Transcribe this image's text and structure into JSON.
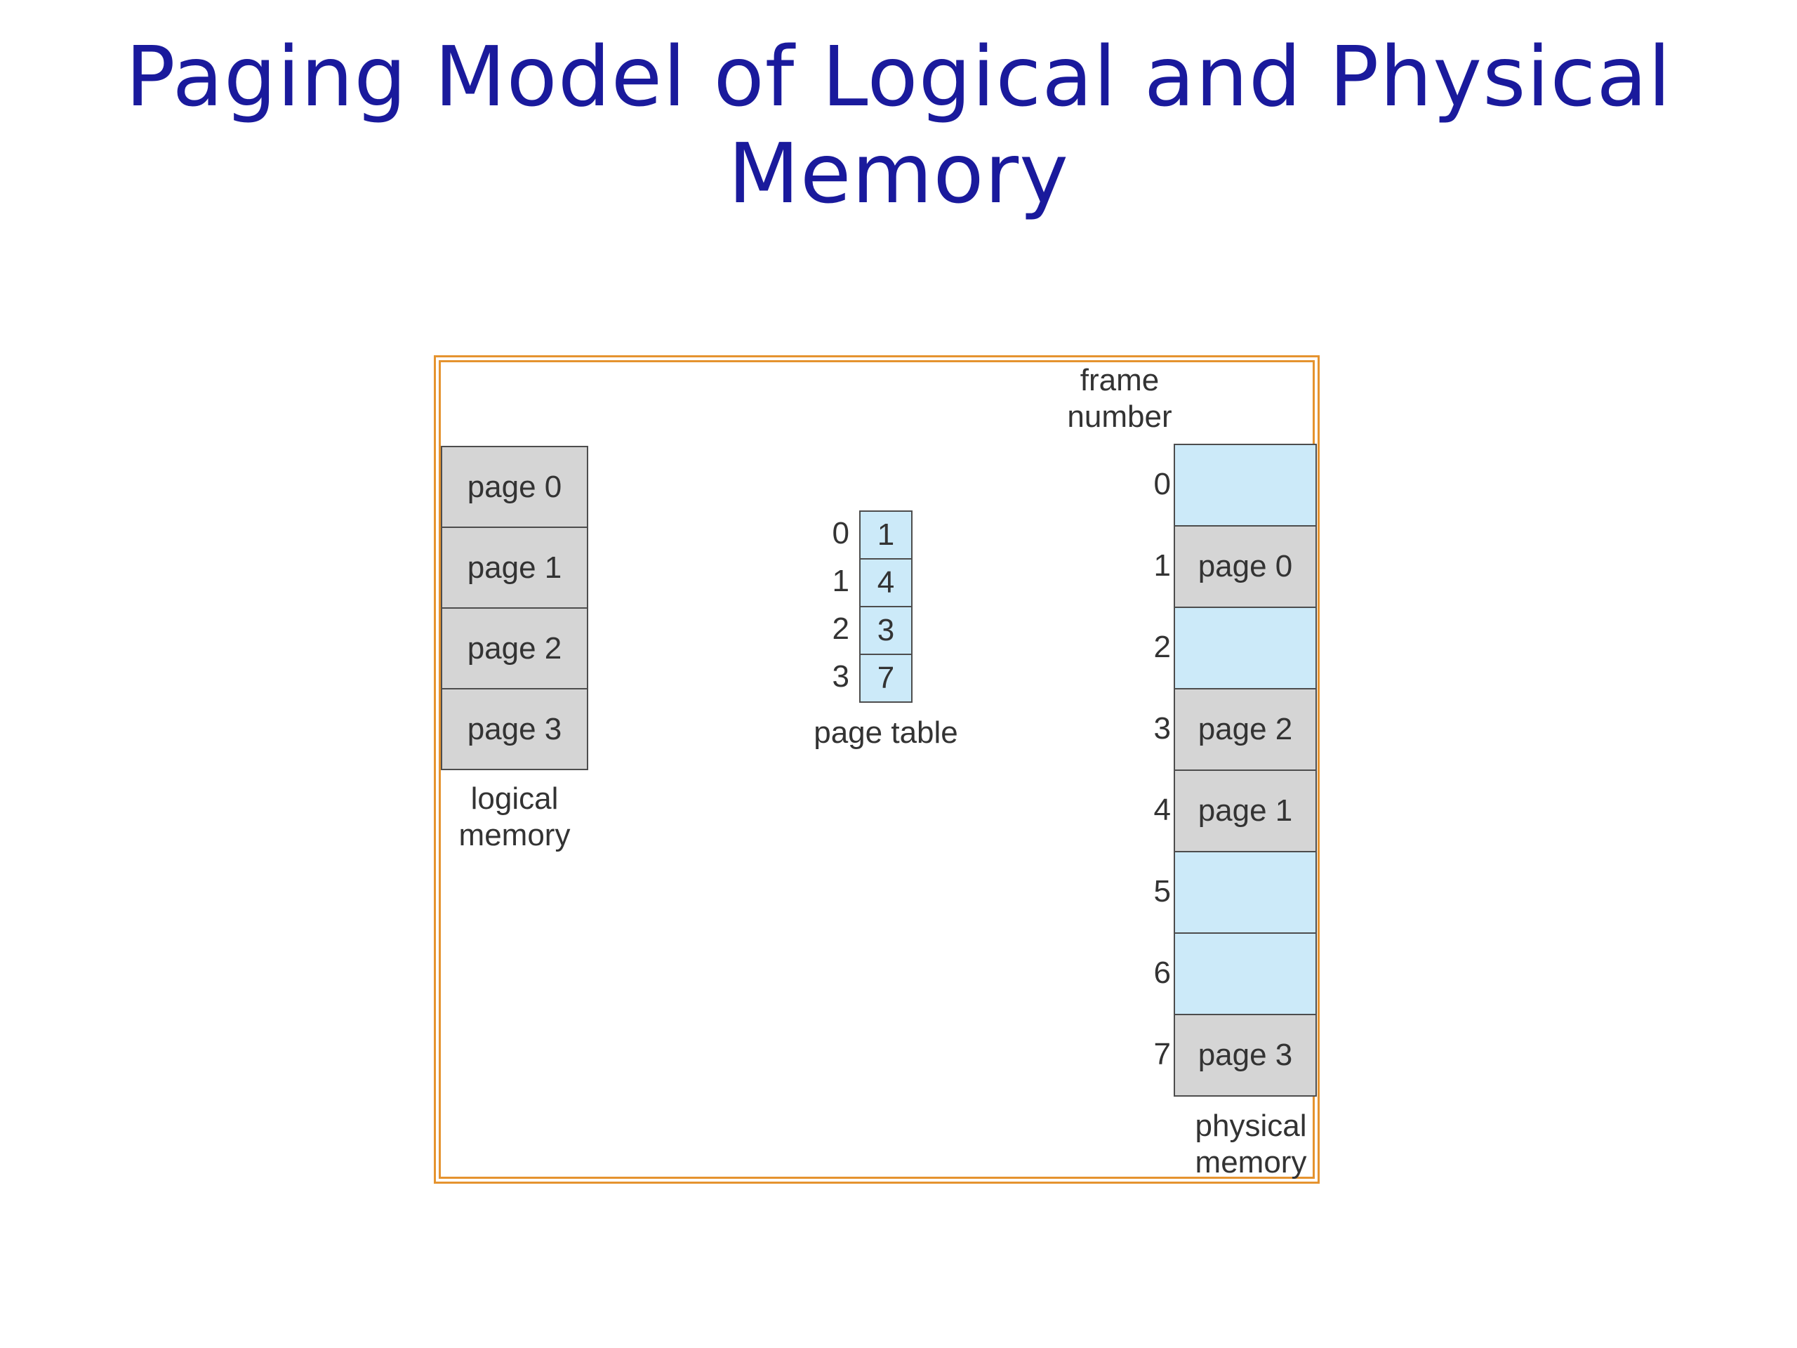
{
  "title": {
    "line1": "Paging Model of Logical and Physical",
    "line2": "Memory"
  },
  "logical_memory": {
    "pages": [
      "page 0",
      "page 1",
      "page 2",
      "page 3"
    ],
    "label_line1": "logical",
    "label_line2": "memory"
  },
  "page_table": {
    "indices": [
      "0",
      "1",
      "2",
      "3"
    ],
    "frames": [
      "1",
      "4",
      "3",
      "7"
    ],
    "label": "page table"
  },
  "physical_memory": {
    "header_line1": "frame",
    "header_line2": "number",
    "frame_numbers": [
      "0",
      "1",
      "2",
      "3",
      "4",
      "5",
      "6",
      "7"
    ],
    "frames": [
      "",
      "page 0",
      "",
      "page 2",
      "page 1",
      "",
      "",
      "page 3"
    ],
    "label_line1": "physical",
    "label_line2": "memory"
  },
  "colors": {
    "title": "#1a1a9c",
    "frame_border": "#e5932f",
    "page_fill": "#d5d5d5",
    "empty_fill": "#cceaf9"
  }
}
